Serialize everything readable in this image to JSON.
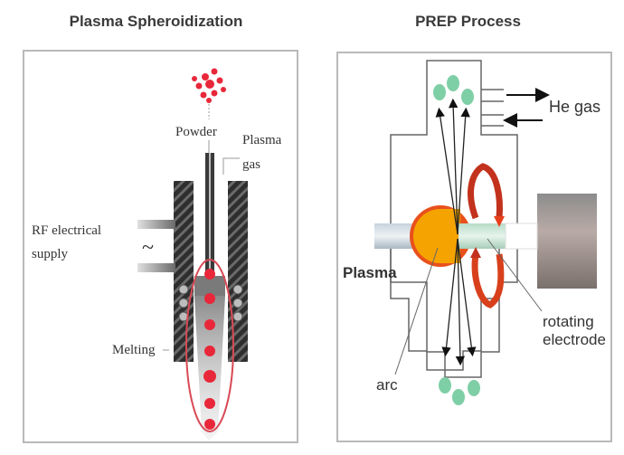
{
  "figure": {
    "left_panel": {
      "title": "Plasma Spheroidization",
      "labels": {
        "powder": "Powder",
        "plasma_gas_line1": "Plasma",
        "plasma_gas_line2": "gas",
        "rf_line1": "RF electrical",
        "rf_line2": "supply",
        "melting": "Melting",
        "ac_symbol": "~"
      }
    },
    "right_panel": {
      "title": "PREP Process",
      "labels": {
        "he_gas": "He gas",
        "plasma": "Plasma",
        "arc": "arc",
        "rotating_line1": "rotating",
        "rotating_line2": "electrode"
      }
    },
    "colors": {
      "particle_red": "#e8283a",
      "particle_green": "#7fcfa6",
      "plasma_orange": "#f5a300",
      "plasma_rim": "#e8501c",
      "rotation_arrow": "#d8401c",
      "coil_dark": "#3a3a3a",
      "frame_gray": "#b9b9b9"
    }
  }
}
